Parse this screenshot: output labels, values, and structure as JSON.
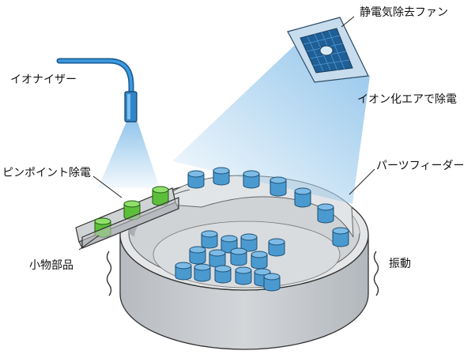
{
  "labels": {
    "fan": "静電気除去ファン",
    "ion_air": "イオン化エアで除電",
    "ionizer": "イオナイザー",
    "pinpoint": "ピンポイント除電",
    "feeder": "パーツフィーダー",
    "vibration": "振動",
    "small_parts": "小物部品"
  },
  "colors": {
    "part_blue": "#4a9ad0",
    "part_green": "#5cbf3a",
    "bowl_gray": "#c3c7cb",
    "ionizer_blue": "#2f86c8",
    "ion_beam": "#8ec3ea"
  }
}
